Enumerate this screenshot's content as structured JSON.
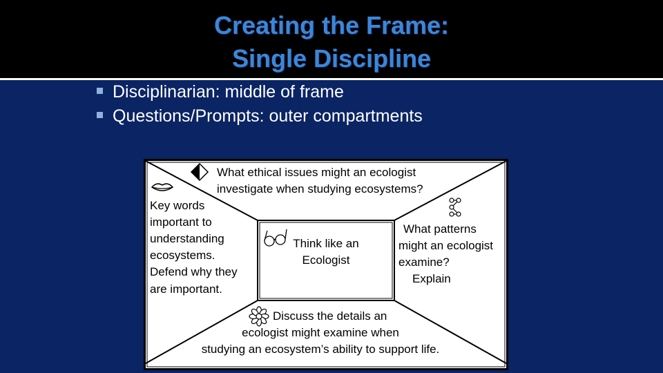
{
  "slide": {
    "title_line1": "Creating the Frame:",
    "title_line2": "Single Discipline",
    "bullets": [
      "Disciplinarian: middle of frame",
      "Questions/Prompts: outer compartments"
    ]
  },
  "frame": {
    "center_line1": "Think like an",
    "center_line2": "Ecologist",
    "top_line1": "What ethical issues might an ecologist",
    "top_line2": "investigate when studying ecosystems?",
    "left_lines": [
      "Key  words",
      "important to",
      "understanding",
      "ecosystems.",
      "Defend why they",
      "are important."
    ],
    "right_lines": [
      "What patterns",
      "might an ecologist",
      "examine?",
      "Explain"
    ],
    "bottom_line1": "Discuss the details an",
    "bottom_line2": "ecologist might examine when",
    "bottom_line3": "studying an ecosystem’s ability to support life.",
    "icons": [
      "ethics-diamond-icon",
      "lips-icon",
      "pattern-icon",
      "glasses-icon",
      "flower-icon"
    ]
  }
}
